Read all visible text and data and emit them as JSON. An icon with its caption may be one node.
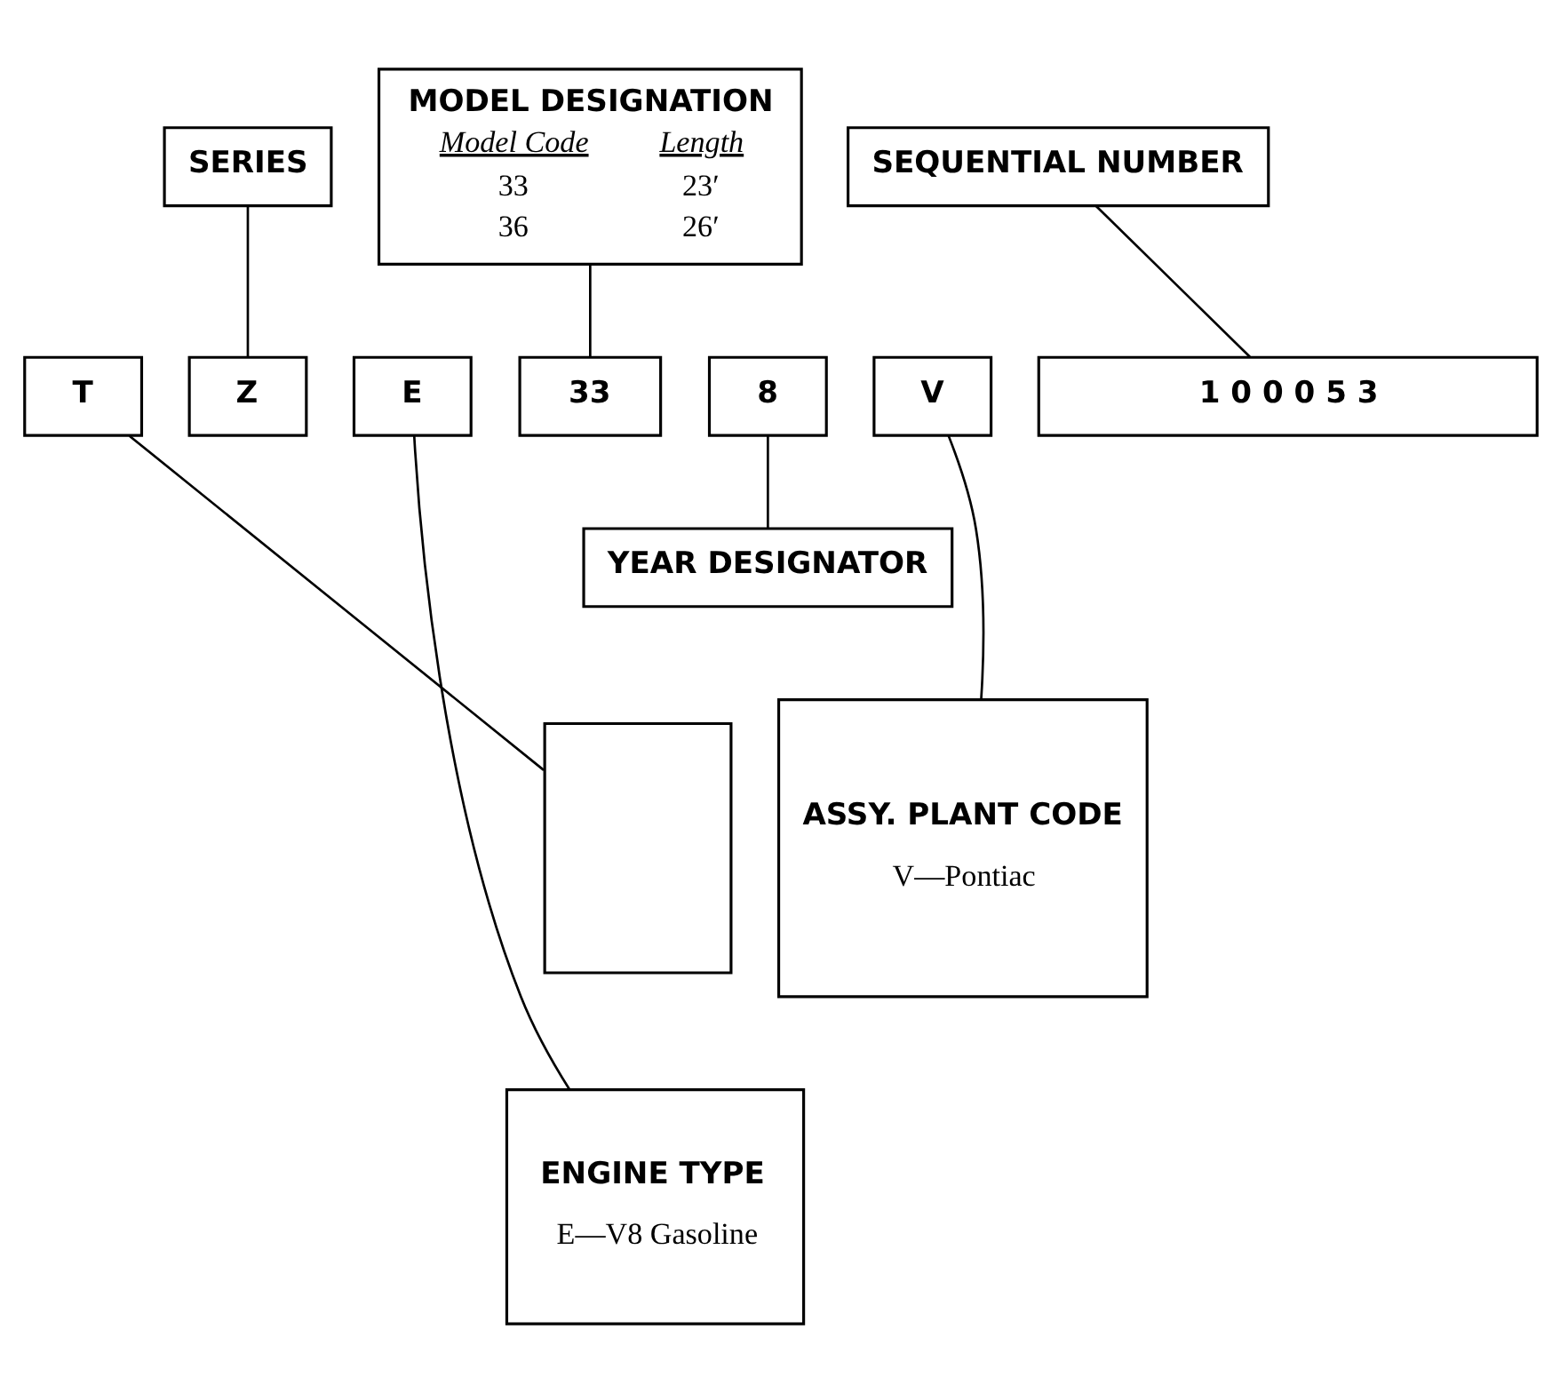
{
  "diagram": {
    "nodes": [
      {
        "text": [
          "MODEL DESIGNATION",
          "Model Code",
          "Length",
          "33",
          "23′",
          "36",
          "26′"
        ]
      },
      {
        "text": [
          "SERIES"
        ]
      },
      {
        "text": [
          "SEQUENTIAL NUMBER"
        ]
      },
      {
        "text": [
          "T"
        ]
      },
      {
        "text": [
          "Z"
        ]
      },
      {
        "text": [
          "E"
        ]
      },
      {
        "text": [
          "33"
        ]
      },
      {
        "text": [
          "8"
        ]
      },
      {
        "text": [
          "V"
        ]
      },
      {
        "text": [
          "1 0 0 0 5 3"
        ]
      },
      {
        "text": [
          "YEAR DESIGNATOR"
        ]
      },
      {
        "text": [],
        "shape": "box"
      },
      {
        "text": [
          "ASSY. PLANT CODE",
          "V—Pontiac"
        ]
      },
      {
        "text": [
          "ENGINE TYPE",
          "E—V8 Gasoline"
        ]
      }
    ],
    "edges": [
      {
        "from": 1,
        "to": 4,
        "arrow": "none"
      },
      {
        "from": 0,
        "to": 6,
        "arrow": "none"
      },
      {
        "from": 2,
        "to": 9,
        "arrow": "none"
      },
      {
        "from": 3,
        "to": 11,
        "arrow": "none"
      },
      {
        "from": 5,
        "to": 13,
        "arrow": "none"
      },
      {
        "from": 7,
        "to": 10,
        "arrow": "none"
      },
      {
        "from": 8,
        "to": 12,
        "arrow": "none"
      }
    ]
  }
}
